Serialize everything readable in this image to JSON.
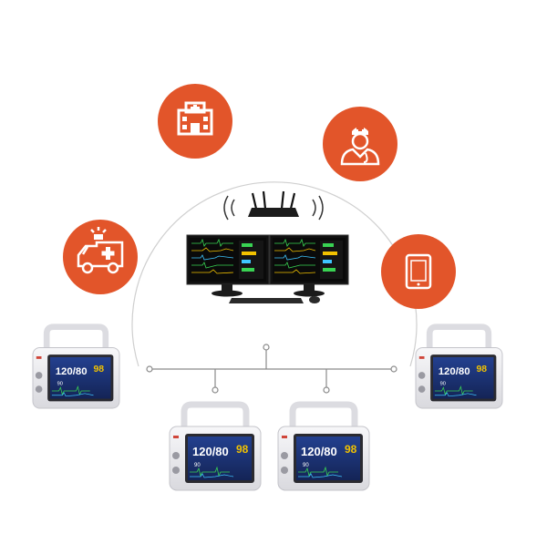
{
  "colors": {
    "accent": "#e2552a",
    "ring": "#c8c8c8",
    "bus": "#8a8a8a",
    "screen": "#1a2f6e",
    "device_body": "#e9e9ec",
    "monitor_screen": "#111111",
    "waveform_green": "#39d353",
    "waveform_yellow": "#f2c200",
    "waveform_cyan": "#3fc6ff"
  },
  "icons": {
    "top_left": "hospital-icon",
    "top_right": "doctor-icon",
    "left": "ambulance-icon",
    "right": "tablet-icon",
    "center": "central-station-monitors",
    "router": "wifi-router-icon"
  },
  "devices": [
    {
      "name": "monitor-left",
      "bp": "120/80",
      "spo2": "98",
      "hr": "90"
    },
    {
      "name": "monitor-right",
      "bp": "120/80",
      "spo2": "98",
      "hr": "90"
    },
    {
      "name": "monitor-bottom-left",
      "bp": "120/80",
      "spo2": "98",
      "hr": "90"
    },
    {
      "name": "monitor-bottom-right",
      "bp": "120/80",
      "spo2": "98",
      "hr": "90"
    }
  ]
}
